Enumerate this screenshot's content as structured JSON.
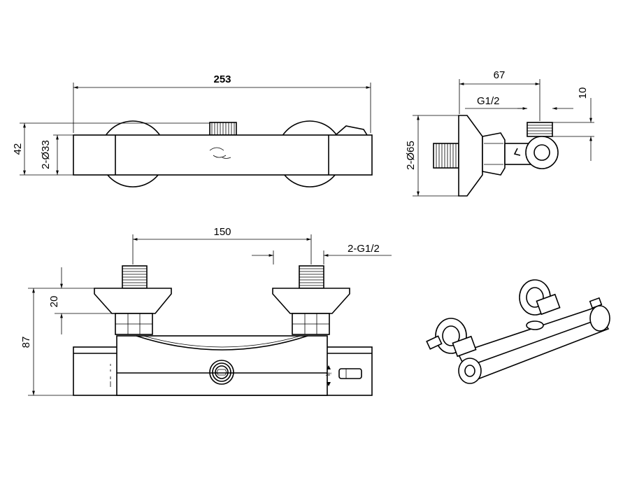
{
  "top_view": {
    "length": "253",
    "height": "42",
    "knob_diameter": "2-Ø33"
  },
  "side_view": {
    "depth": "67",
    "offset": "10",
    "outlet_thread": "G1/2",
    "flange_diameter": "2-Ø65"
  },
  "front_view": {
    "center_distance": "150",
    "inlet_threads": "2-G1/2",
    "inlet_height": "20",
    "total_height": "87",
    "dial_mark": "38°"
  },
  "colors": {
    "line": "#000000",
    "background": "#ffffff"
  }
}
